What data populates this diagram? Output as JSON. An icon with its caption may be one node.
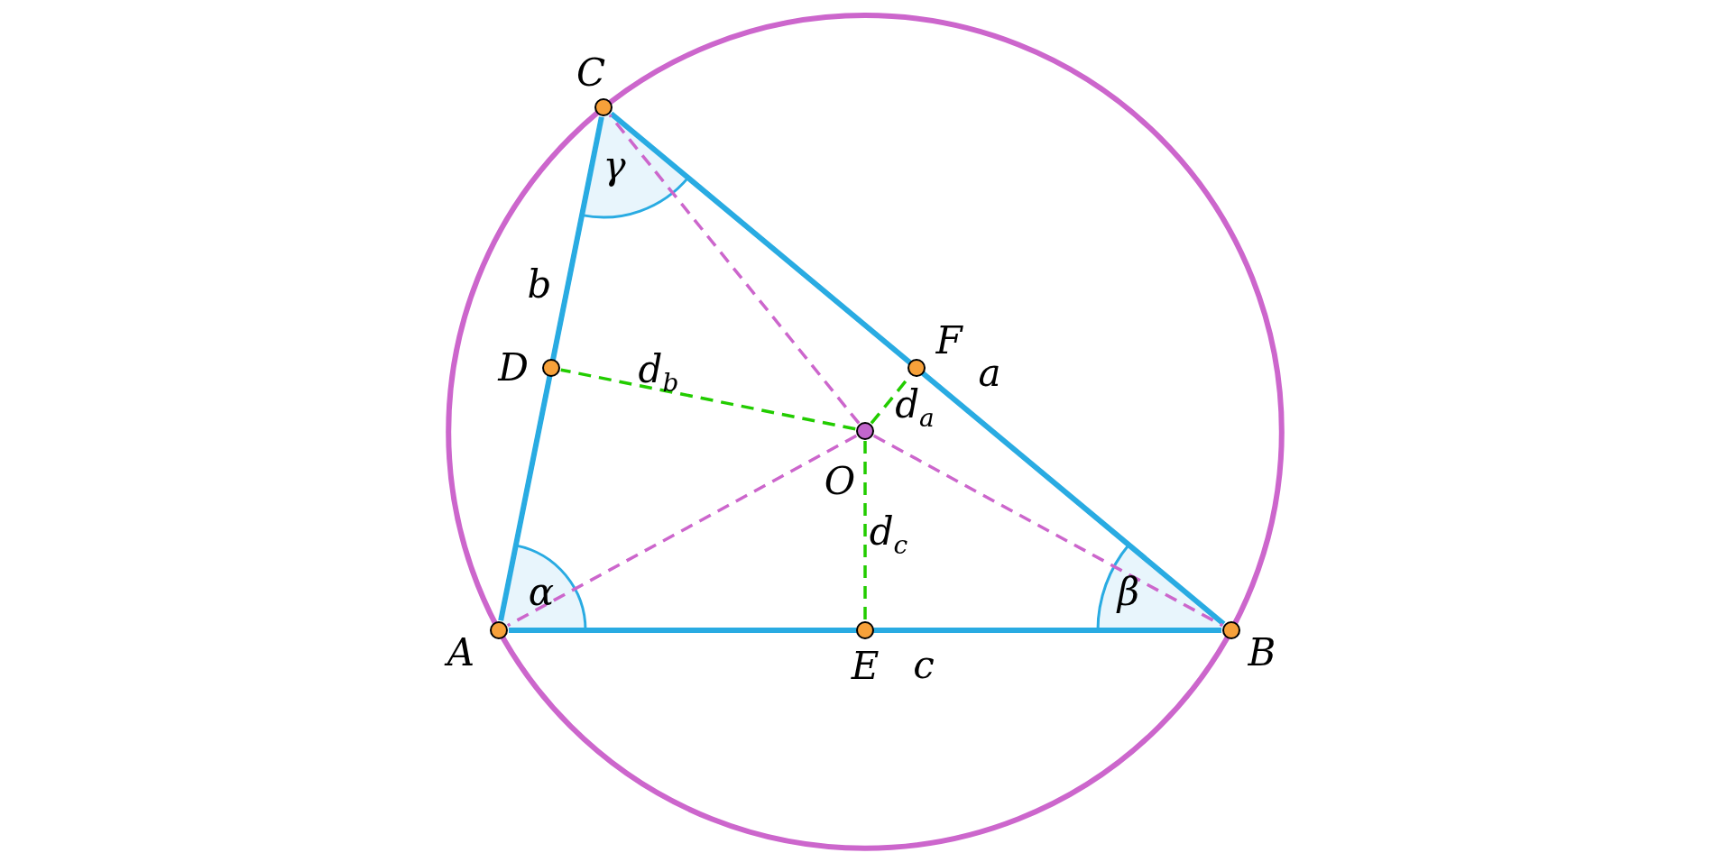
{
  "diagram": {
    "nodes": [
      {
        "text": [],
        "shape": "circle",
        "beside": [
          "C"
        ]
      },
      {
        "text": [],
        "shape": "circle",
        "beside": [
          "D"
        ]
      },
      {
        "text": [],
        "shape": "circle",
        "beside": [
          "F"
        ]
      },
      {
        "text": [],
        "shape": "circle",
        "beside": [
          "O"
        ]
      },
      {
        "text": [],
        "shape": "circle",
        "beside": [
          "A"
        ]
      },
      {
        "text": [],
        "shape": "circle",
        "beside": [
          "E"
        ]
      },
      {
        "text": [],
        "shape": "circle",
        "beside": [
          "B"
        ]
      }
    ],
    "edges": [
      {
        "from": 0,
        "to": 6,
        "arrow": "none",
        "label": "a",
        "color": "#29abe2"
      },
      {
        "from": 0,
        "to": 4,
        "arrow": "none",
        "label": "b",
        "color": "#29abe2"
      },
      {
        "from": 4,
        "to": 6,
        "arrow": "none",
        "label": "c",
        "color": "#29abe2"
      },
      {
        "from": 3,
        "to": 0,
        "arrow": "none",
        "style": "dashed",
        "color": "#cc66cc"
      },
      {
        "from": 3,
        "to": 4,
        "arrow": "none",
        "style": "dashed",
        "color": "#cc66cc"
      },
      {
        "from": 3,
        "to": 6,
        "arrow": "none",
        "style": "dashed",
        "color": "#cc66cc"
      },
      {
        "from": 3,
        "to": 1,
        "arrow": "none",
        "label": "d$_{b}$",
        "style": "dashed",
        "color": "#22cc00"
      },
      {
        "from": 3,
        "to": 2,
        "arrow": "none",
        "label": "d$_{a}$",
        "style": "dashed",
        "color": "#22cc00"
      },
      {
        "from": 3,
        "to": 5,
        "arrow": "none",
        "label": "d$_{c}$",
        "style": "dashed",
        "color": "#22cc00"
      }
    ],
    "labels": [
      "γ",
      "α",
      "β"
    ]
  }
}
